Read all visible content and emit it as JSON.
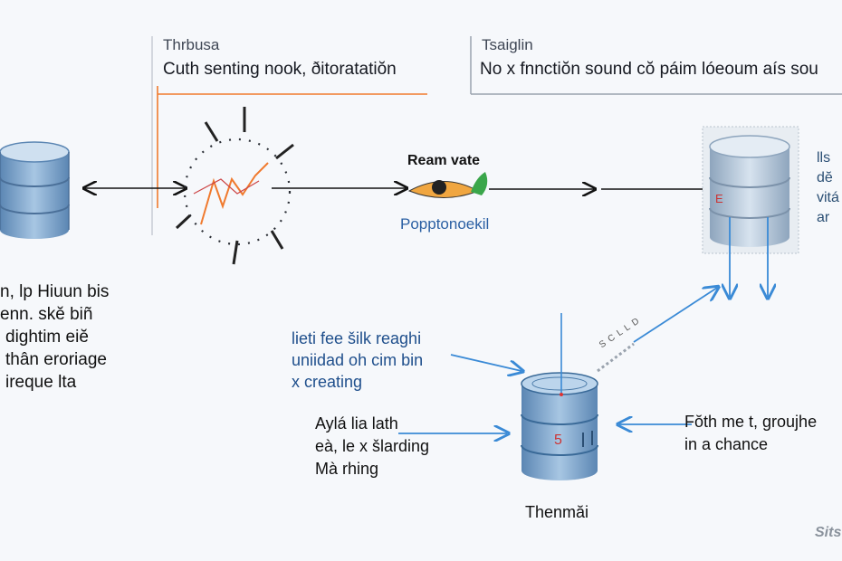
{
  "top_left_panel": {
    "label": "Thrbusa",
    "text": "Cuth senting nook, ðitoratatiŏn"
  },
  "top_right_panel": {
    "label": "Tsaiglin",
    "text": "No x fnnctiŏn sound cŏ páim lóeoum aís sou"
  },
  "middle": {
    "node_title": "Ream vate",
    "node_caption": "Popptonoekil"
  },
  "left_text": [
    "n, lp Hiuun bis",
    "enn. skĕ biñ",
    "dightim eiĕ",
    "thân eroriage",
    "ireque lta"
  ],
  "right_side_text": [
    "lls",
    "dĕ",
    "vitá",
    "ar"
  ],
  "annotation_a": [
    "lieti fee šilk reaghi",
    "uniidad oh cim bin",
    "x creating"
  ],
  "annotation_b": [
    "Aylá lia lath",
    "eà, le x šlarding",
    "Mà rhing"
  ],
  "annotation_c": [
    "Fŏth me t, groujhe",
    "in a chance"
  ],
  "db_center_label": "Thenmăi",
  "db_center_mark": "5",
  "db_right_mark": "E",
  "diagonal_arrow_text": "S C L L D",
  "watermark": "Sits",
  "colors": {
    "accent_orange": "#f07a2e",
    "arrow_blue": "#3a8ad6",
    "db_blue": "#6f9fcf",
    "pill_orange": "#f0a640",
    "leaf_green": "#3aa64a"
  }
}
